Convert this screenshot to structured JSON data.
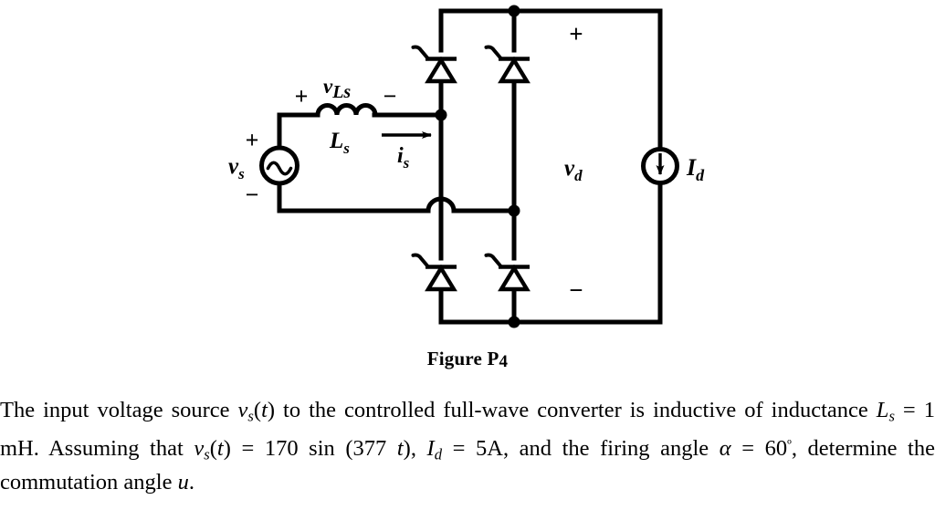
{
  "figure": {
    "caption_prefix": "Figure P",
    "caption_number": "4",
    "labels": {
      "vs": "v",
      "vs_sub": "s",
      "vL": "v",
      "vL_sub": "Ls",
      "Ls": "L",
      "Ls_sub": "s",
      "is": "i",
      "is_sub": "s",
      "vd": "v",
      "vd_sub": "d",
      "Id": "I",
      "Id_sub": "d",
      "plus_source": "+",
      "minus_source": "−",
      "plus_inductor": "+",
      "minus_inductor": "−",
      "plus_dc": "+",
      "minus_dc": "−"
    },
    "components": {
      "ac_source": "ac-voltage-source",
      "inductor": "inductor-Ls",
      "current_source": "dc-current-source-Id",
      "thyristor_top_left": "thyristor-T1",
      "thyristor_top_right": "thyristor-T3",
      "thyristor_bottom_left": "thyristor-T4",
      "thyristor_bottom_right": "thyristor-T2"
    },
    "line_color": "#000000"
  },
  "problem": {
    "line1_a": "The input voltage source ",
    "vs_italic": "v",
    "vs_sub": "s",
    "line1_b": "(",
    "t_italic": "t",
    "line1_c": ") to the controlled full-wave converter is inductive of inductance ",
    "L_italic": "L",
    "L_sub": "s",
    "line2_a": " = 1 mH. Assuming that ",
    "line2_b": ") = 170 sin (377 ",
    "line2_c": "), ",
    "I_italic": "I",
    "I_sub": "d",
    "line2_d": " = 5A, and the firing angle ",
    "alpha": "α",
    "line3_a": " = 60",
    "degree": "º",
    "line3_b": ",  determine the commutation angle ",
    "u_italic": "u",
    "line3_c": "."
  }
}
